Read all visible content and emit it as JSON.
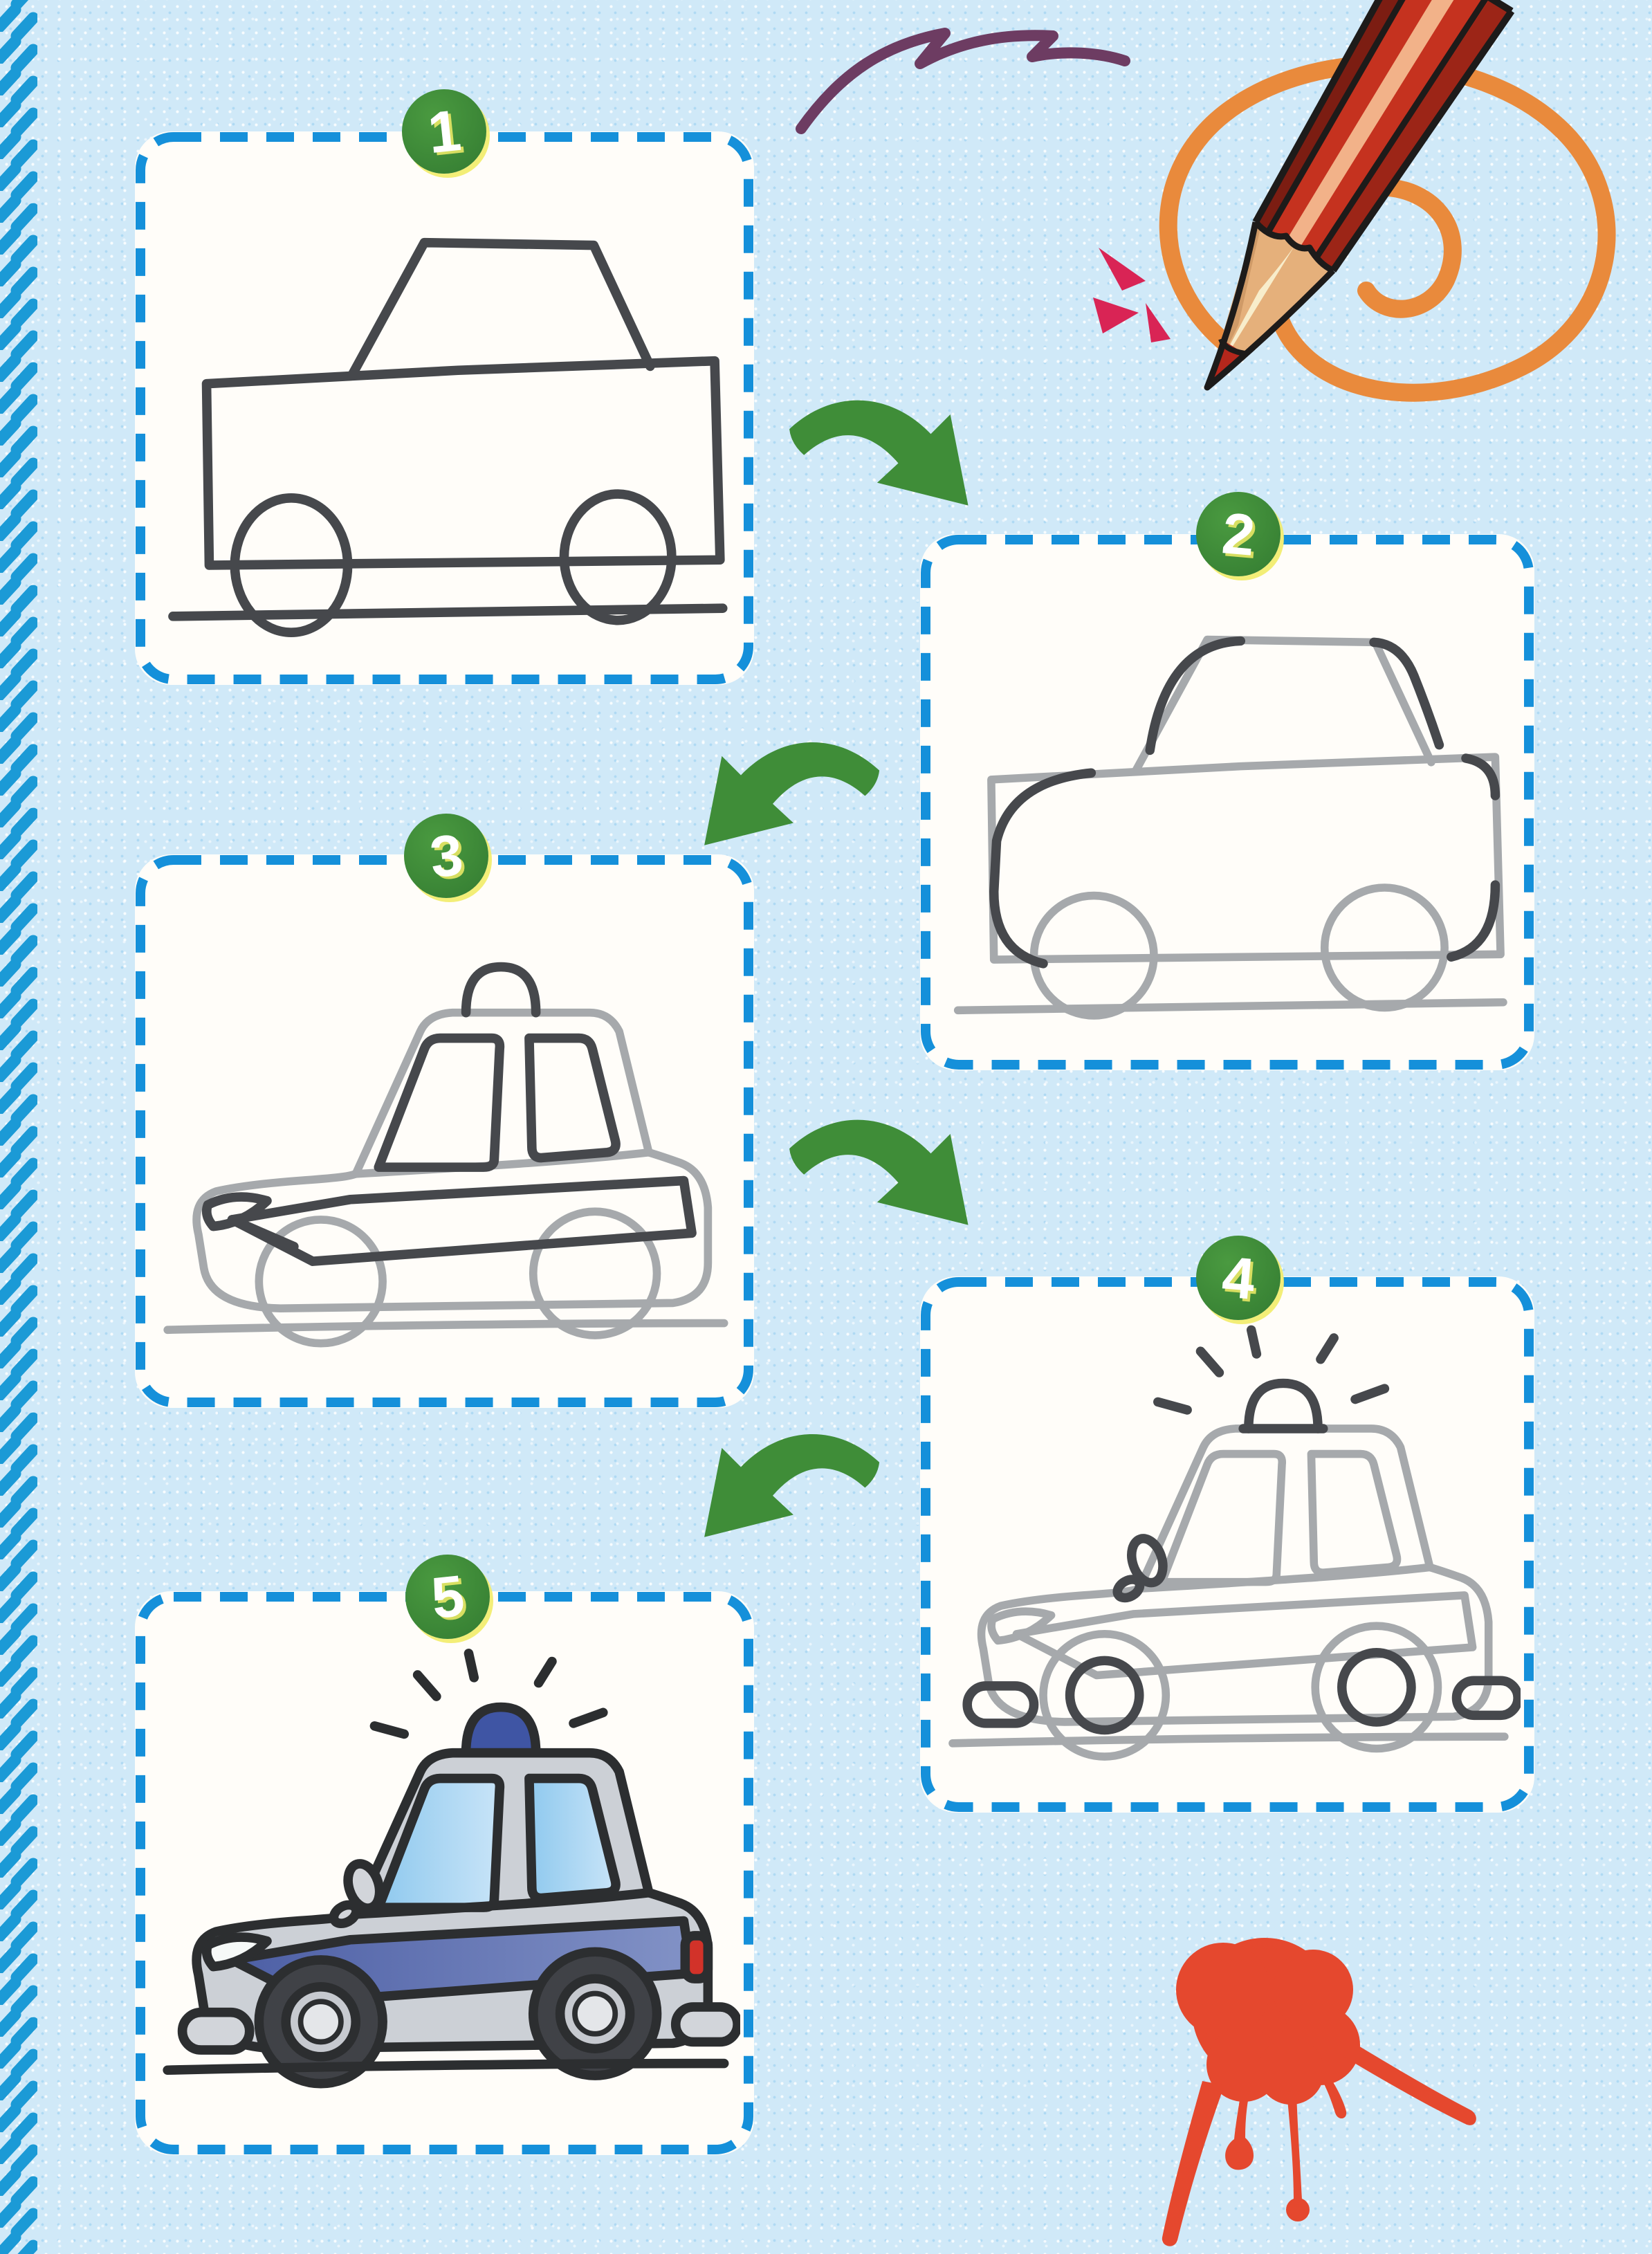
{
  "page": {
    "type": "how-to-draw tutorial page",
    "subject": "police car drawing in five steps"
  },
  "steps": [
    {
      "number": "1"
    },
    {
      "number": "2"
    },
    {
      "number": "3"
    },
    {
      "number": "4"
    },
    {
      "number": "5"
    }
  ],
  "colors": {
    "paper_blue": "#d0e9f8",
    "box_white": "#fffdf9",
    "dash_blue": "#1590da",
    "braid_blue": "#1b9ad6",
    "badge_green": "#3e8c3b",
    "badge_rim_yellow": "#f2ec68",
    "arrow_green": "#3f8d38",
    "sketch_gray": "#a6a9ac",
    "ink_dark": "#46484c",
    "pencil_red": "#c5321f",
    "pencil_dark_red": "#7c1d12",
    "pencil_wood": "#e5b07b",
    "spiral_orange": "#e98a3c",
    "scribble_purple": "#6d3c62",
    "accent_crimson": "#d92455",
    "splat_red": "#e5482e",
    "car_body_silver": "#ccd0d6",
    "car_stripe_blue": "#5b6cb0",
    "car_window_blue": "#a5d2f1",
    "siren_blue": "#3f55a4",
    "taillight_red": "#d23229",
    "tire_dark": "#404247"
  }
}
